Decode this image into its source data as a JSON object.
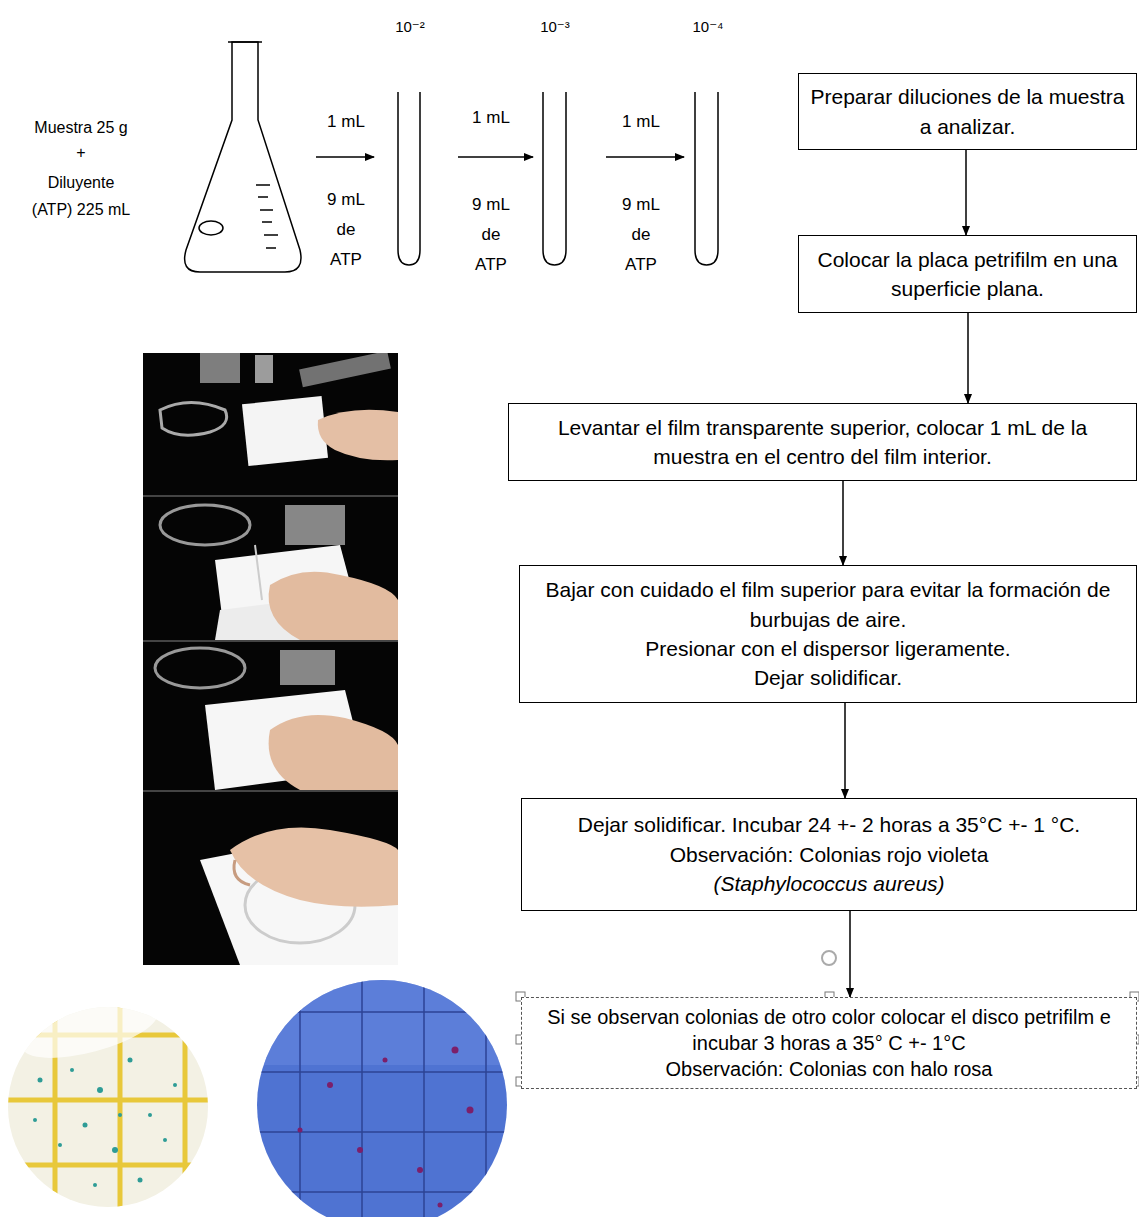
{
  "diagram": {
    "nodes": [
      {
        "text": [
          "Preparar diluciones de la muestra a analizar."
        ]
      },
      {
        "text": [
          "Colocar la placa petrifilm en una superficie plana."
        ]
      },
      {
        "text": [
          "Levantar el film transparente superior, colocar 1 mL de la muestra en el centro del film interior."
        ]
      },
      {
        "text": [
          "Bajar con cuidado el film superior para evitar la formación de burbujas de aire.",
          "Presionar con el dispersor ligeramente.",
          "Dejar solidificar."
        ]
      },
      {
        "text": [
          "Dejar solidificar. Incubar 24 +- 2 horas a 35°C +- 1 °C. Observación: Colonias rojo violeta",
          "(Staphylococcus aureus)"
        ]
      },
      {
        "text": [
          "Si se observan colonias de otro color colocar el disco petrifilm e incubar 3 horas a 35° C +- 1°C",
          "Observación: Colonias con halo rosa"
        ]
      }
    ],
    "edges": [
      {
        "from": 0,
        "to": 1,
        "arrow": "to"
      },
      {
        "from": 1,
        "to": 2,
        "arrow": "to"
      },
      {
        "from": 2,
        "to": 3,
        "arrow": "to"
      },
      {
        "from": 3,
        "to": 4,
        "arrow": "to"
      },
      {
        "from": 4,
        "to": 5,
        "arrow": "to"
      }
    ],
    "labels": [
      "10⁻²",
      "10⁻³",
      "10⁻⁴",
      "Muestra 25 g",
      "+",
      "Diluyente",
      "(ATP) 225 mL",
      "1 mL",
      "9 mL de ATP",
      "1 mL",
      "9 mL de ATP",
      "1 mL",
      "9 mL de ATP"
    ]
  }
}
